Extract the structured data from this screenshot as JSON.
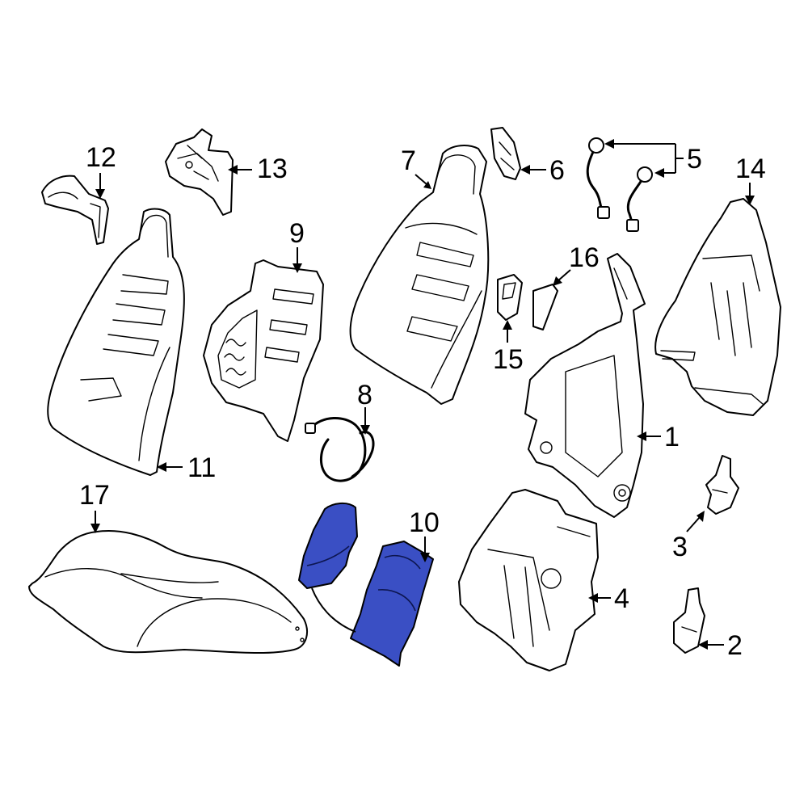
{
  "diagram": {
    "highlight_color": "#3a4fc4",
    "callouts": [
      {
        "id": "c1",
        "text": "1"
      },
      {
        "id": "c2",
        "text": "2"
      },
      {
        "id": "c3",
        "text": "3"
      },
      {
        "id": "c4",
        "text": "4"
      },
      {
        "id": "c5",
        "text": "5"
      },
      {
        "id": "c6",
        "text": "6"
      },
      {
        "id": "c7",
        "text": "7"
      },
      {
        "id": "c8",
        "text": "8"
      },
      {
        "id": "c9",
        "text": "9"
      },
      {
        "id": "c10",
        "text": "10"
      },
      {
        "id": "c11",
        "text": "11"
      },
      {
        "id": "c12",
        "text": "12"
      },
      {
        "id": "c13",
        "text": "13"
      },
      {
        "id": "c14",
        "text": "14"
      },
      {
        "id": "c15",
        "text": "15"
      },
      {
        "id": "c16",
        "text": "16"
      },
      {
        "id": "c17",
        "text": "17"
      }
    ]
  }
}
